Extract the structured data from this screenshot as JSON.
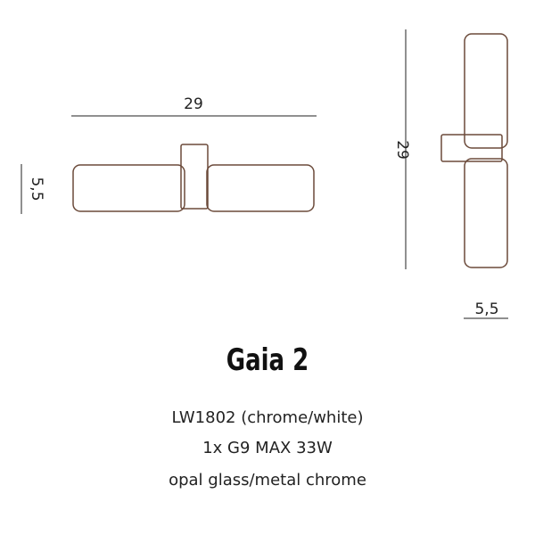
{
  "drawing": {
    "front_view": {
      "width_label": "29",
      "height_label": "5,5"
    },
    "side_view": {
      "height_label": "29",
      "width_label": "5,5"
    }
  },
  "product": {
    "name": "Gaia 2",
    "specs": [
      "LW1802 (chrome/white)",
      "1x G9 MAX 33W",
      "opal glass/metal chrome"
    ]
  }
}
